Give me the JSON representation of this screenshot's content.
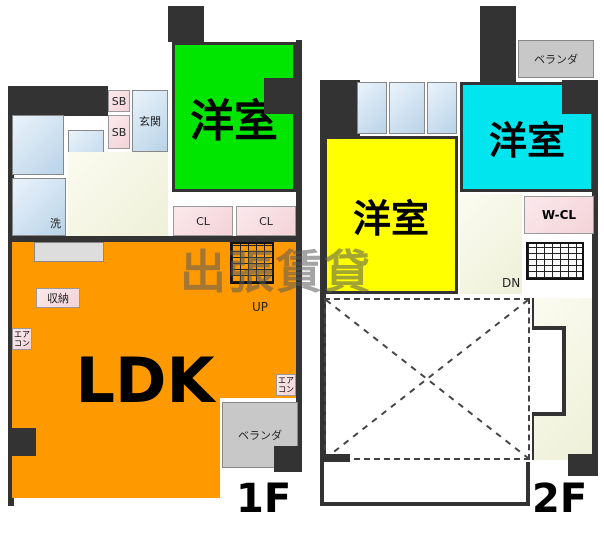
{
  "floors": [
    {
      "label": "1F",
      "rooms": {
        "western_room": {
          "label": "洋室",
          "color": "#00e600"
        },
        "closet_1": {
          "label": "CL"
        },
        "closet_2": {
          "label": "CL"
        },
        "shoe_box_1": {
          "label": "SB"
        },
        "shoe_box_2": {
          "label": "SB"
        },
        "entrance": {
          "label": "玄関"
        },
        "washroom": {
          "label": "洗"
        },
        "storage": {
          "label": "収納"
        },
        "ldk": {
          "label": "LDK",
          "color": "#ff9900"
        },
        "aircon_1": {
          "label": "エア\nコン"
        },
        "aircon_2": {
          "label": "エア\nコン"
        },
        "veranda": {
          "label": "ベランダ"
        },
        "stairs": {
          "label": "UP"
        }
      }
    },
    {
      "label": "2F",
      "rooms": {
        "western_room_yellow": {
          "label": "洋室",
          "color": "#ffff00"
        },
        "western_room_cyan": {
          "label": "洋室",
          "color": "#00e5ee"
        },
        "walk_in_closet": {
          "label": "W-CL"
        },
        "veranda": {
          "label": "ベランダ"
        },
        "stairs": {
          "label": "DN"
        },
        "void": {
          "label": ""
        }
      }
    }
  ],
  "watermark": "出張賃貸"
}
